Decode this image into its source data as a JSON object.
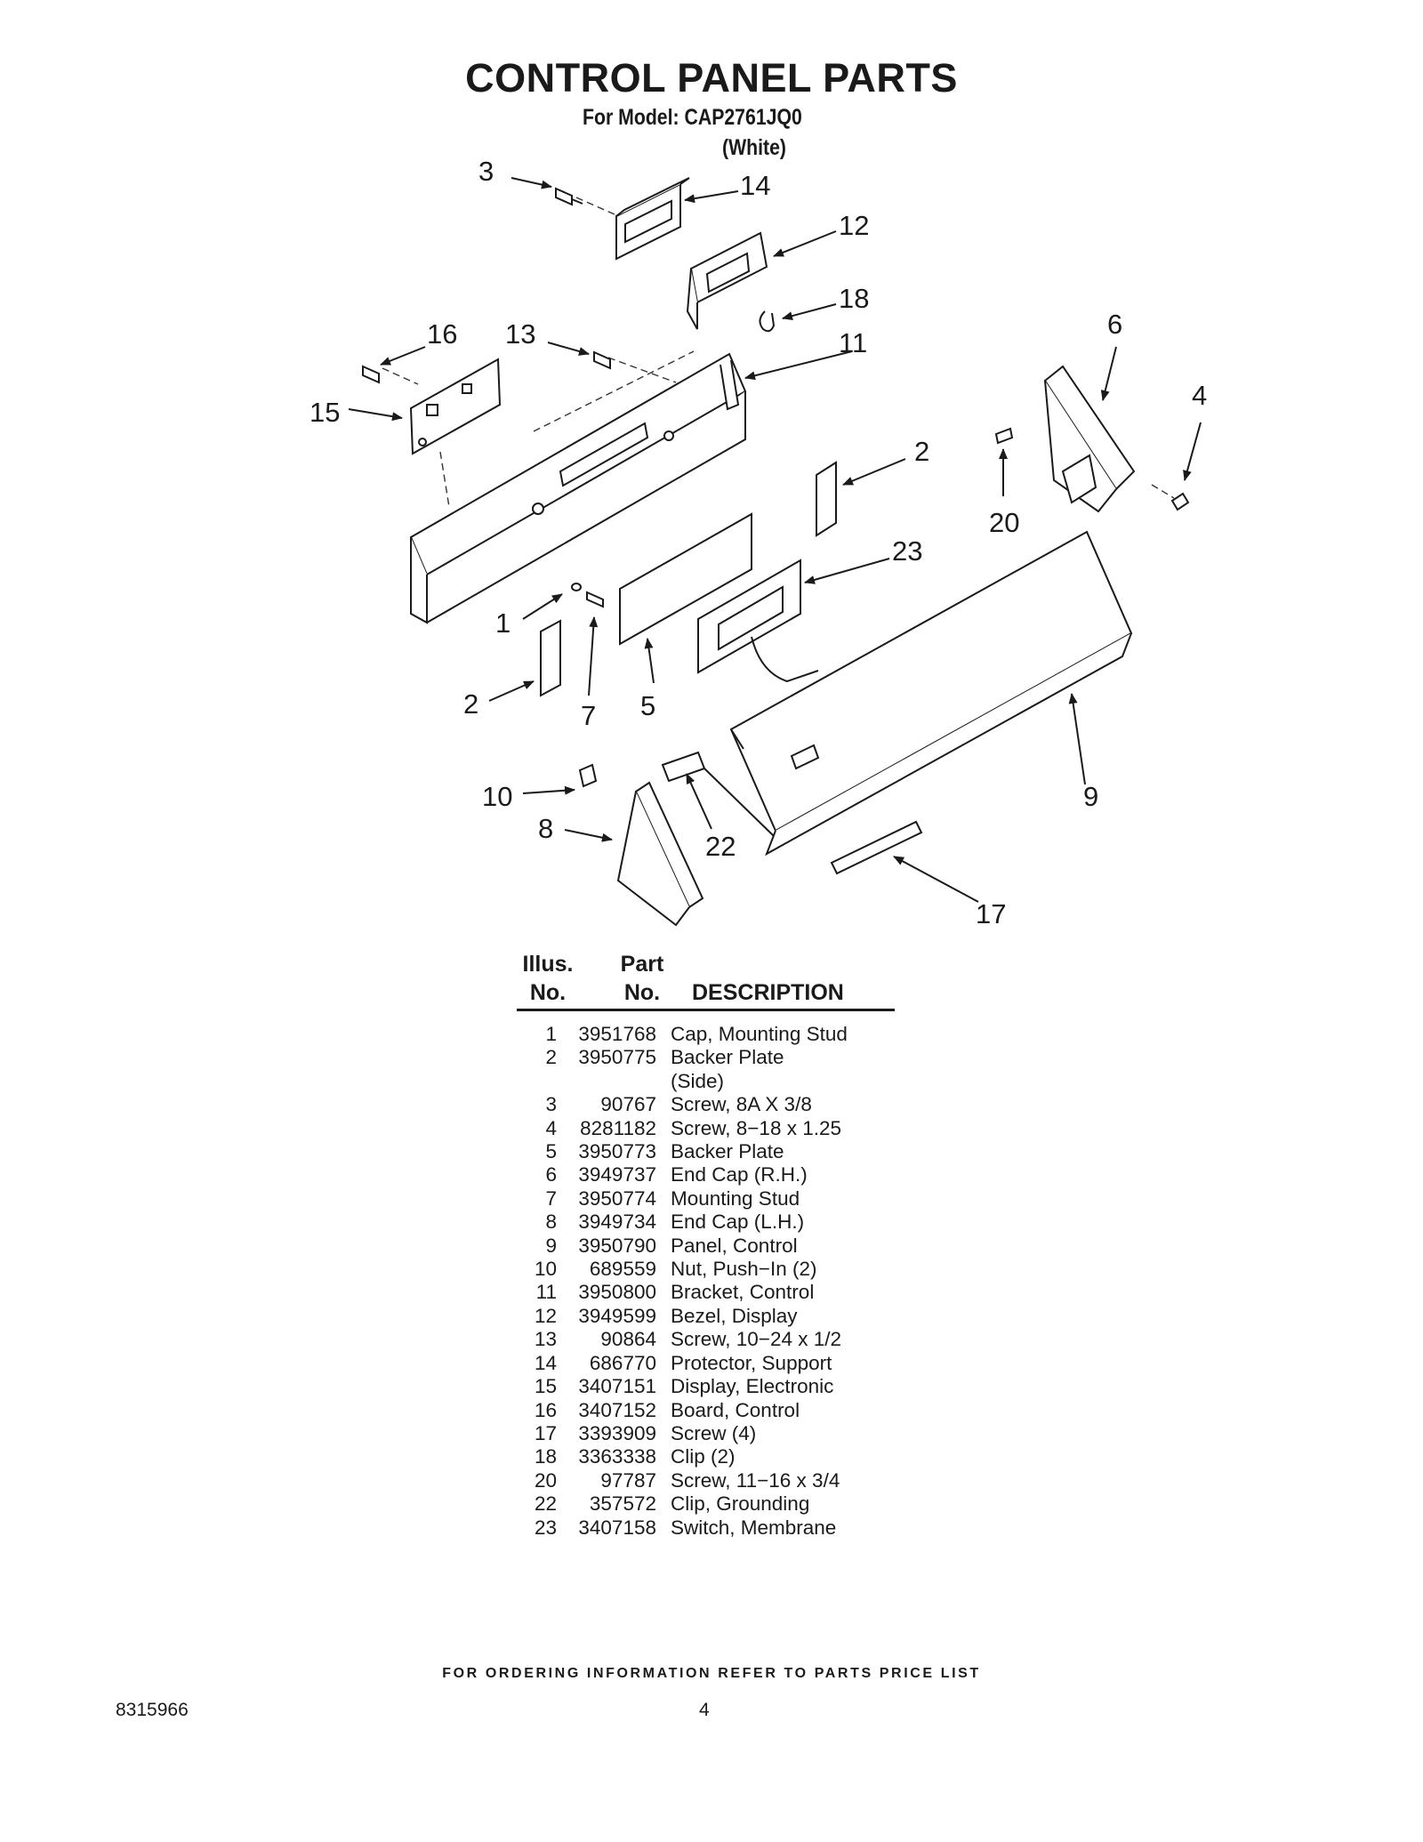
{
  "header": {
    "title": "CONTROL PANEL PARTS",
    "model_line": "For Model: CAP2761JQ0",
    "color_line": "(White)"
  },
  "diagram": {
    "callouts": [
      "1",
      "2",
      "2",
      "3",
      "4",
      "5",
      "6",
      "7",
      "8",
      "9",
      "10",
      "11",
      "12",
      "13",
      "14",
      "15",
      "16",
      "17",
      "18",
      "20",
      "22",
      "23"
    ]
  },
  "table": {
    "headers": {
      "illus_line1": "Illus.",
      "illus_line2": "No.",
      "part_line1": "Part",
      "part_line2": "No.",
      "description": "DESCRIPTION"
    },
    "rows": [
      {
        "illus": "1",
        "part": "3951768",
        "desc": "Cap, Mounting Stud"
      },
      {
        "illus": "2",
        "part": "3950775",
        "desc": "Backer Plate"
      },
      {
        "illus": "",
        "part": "",
        "desc": "(Side)"
      },
      {
        "illus": "3",
        "part": "90767",
        "desc": "Screw, 8A X 3/8"
      },
      {
        "illus": "4",
        "part": "8281182",
        "desc": "Screw, 8−18 x 1.25"
      },
      {
        "illus": "5",
        "part": "3950773",
        "desc": "Backer Plate"
      },
      {
        "illus": "6",
        "part": "3949737",
        "desc": "End Cap (R.H.)"
      },
      {
        "illus": "7",
        "part": "3950774",
        "desc": "Mounting Stud"
      },
      {
        "illus": "8",
        "part": "3949734",
        "desc": "End Cap (L.H.)"
      },
      {
        "illus": "9",
        "part": "3950790",
        "desc": "Panel, Control"
      },
      {
        "illus": "10",
        "part": "689559",
        "desc": "Nut, Push−In (2)"
      },
      {
        "illus": "11",
        "part": "3950800",
        "desc": "Bracket, Control"
      },
      {
        "illus": "12",
        "part": "3949599",
        "desc": "Bezel, Display"
      },
      {
        "illus": "13",
        "part": "90864",
        "desc": "Screw, 10−24 x 1/2"
      },
      {
        "illus": "14",
        "part": "686770",
        "desc": "Protector, Support"
      },
      {
        "illus": "15",
        "part": "3407151",
        "desc": "Display, Electronic"
      },
      {
        "illus": "16",
        "part": "3407152",
        "desc": "Board, Control"
      },
      {
        "illus": "17",
        "part": "3393909",
        "desc": "Screw (4)"
      },
      {
        "illus": "18",
        "part": "3363338",
        "desc": "Clip (2)"
      },
      {
        "illus": "20",
        "part": "97787",
        "desc": "Screw, 11−16 x 3/4"
      },
      {
        "illus": "22",
        "part": "357572",
        "desc": "Clip, Grounding"
      },
      {
        "illus": "23",
        "part": "3407158",
        "desc": "Switch, Membrane"
      }
    ]
  },
  "footer": {
    "ordering_note": "FOR ORDERING INFORMATION REFER TO PARTS PRICE LIST",
    "doc_number": "8315966",
    "page_number": "4"
  }
}
